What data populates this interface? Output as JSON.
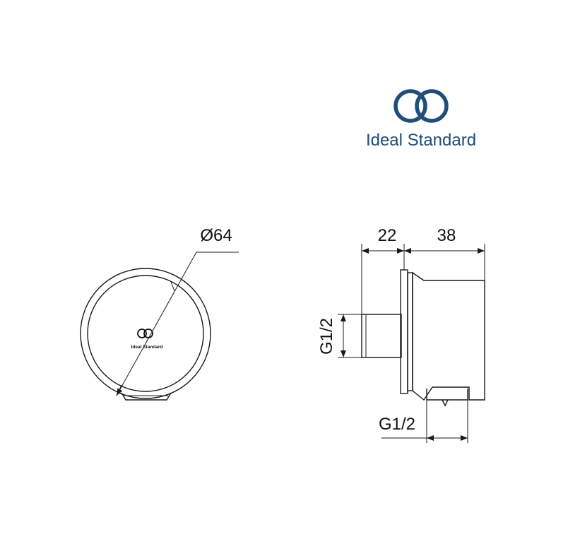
{
  "brand": {
    "name": "Ideal Standard",
    "color": "#1f4e79",
    "logo_icon": "interlinked-rings-logo"
  },
  "front_view": {
    "diameter_label": "Ø64",
    "engraved_brand": "Ideal Standard"
  },
  "side_view": {
    "depth_nipple_label": "22",
    "depth_body_label": "38",
    "inlet_thread_label": "G1/2",
    "outlet_thread_label": "G1/2"
  }
}
